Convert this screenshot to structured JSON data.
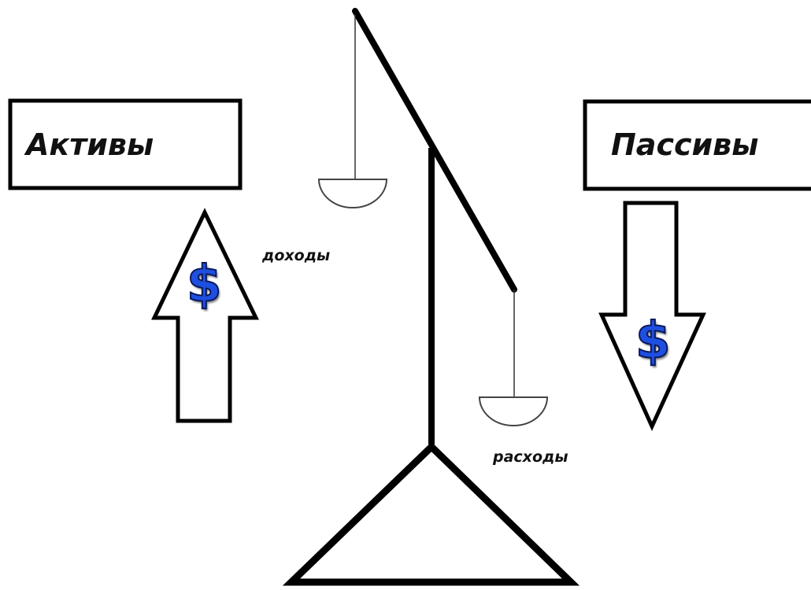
{
  "labels": {
    "assets": "Активы",
    "liabilities": "Пассивы",
    "income": "доходы",
    "expenses": "расходы"
  },
  "icons": {
    "currency_symbol": "$"
  },
  "colors": {
    "stroke": "#000000",
    "dollar": "#1f4fe0",
    "background": "#ffffff"
  }
}
